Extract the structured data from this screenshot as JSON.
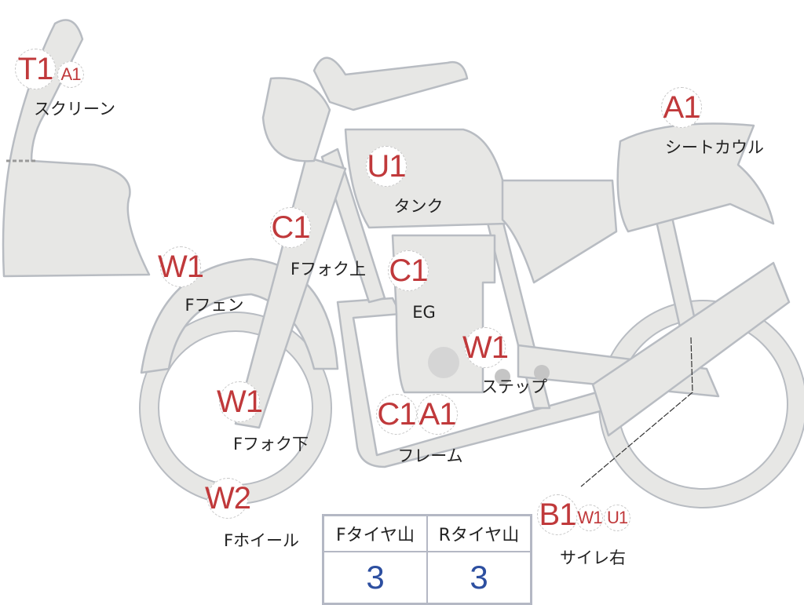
{
  "badges": {
    "screen_t1": "T1",
    "screen_a1": "A1",
    "seatcowl_a1": "A1",
    "tank_u1": "U1",
    "fork_upper_c1": "C1",
    "fender_w1": "W1",
    "engine_c1": "C1",
    "step_w1": "W1",
    "fork_lower_w1": "W1",
    "frame_c1": "C1",
    "frame_a1": "A1",
    "wheel_w2": "W2",
    "muffler_b1": "B1",
    "muffler_w1": "W1",
    "muffler_u1": "U1"
  },
  "labels": {
    "screen": "スクリーン",
    "seatcowl": "シートカウル",
    "tank": "タンク",
    "fork_upper": "Fフォク上",
    "fender": "Fフェン",
    "engine": "EG",
    "step": "ステップ",
    "fork_lower": "Fフォク下",
    "frame": "フレーム",
    "wheel": "Fホイール",
    "muffler": "サイレ右"
  },
  "tire_table": {
    "headers": [
      "Fタイヤ山",
      "Rタイヤ山"
    ],
    "values": [
      "3",
      "3"
    ]
  }
}
